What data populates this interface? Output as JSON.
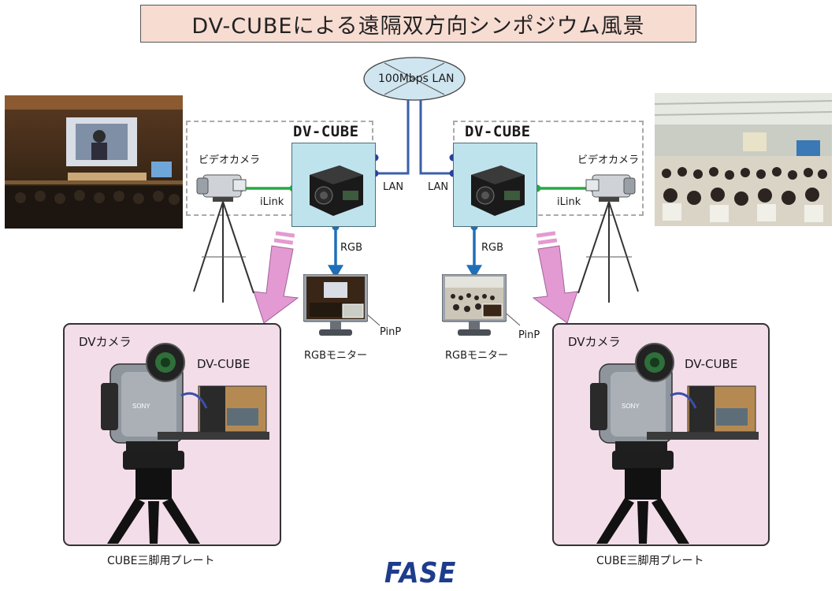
{
  "title": "DV-CUBEによる遠隔双方向シンポジウム風景",
  "network": {
    "lan_cloud": "100Mbps LAN"
  },
  "left": {
    "camera_label": "ビデオカメラ",
    "cube_label": "DV-CUBE",
    "ilink_label": "iLink",
    "lan_label": "LAN",
    "rgb_label": "RGB",
    "pinp_label": "PinP",
    "monitor_label": "RGBモニター",
    "panel": {
      "camera_label": "DVカメラ",
      "cube_label": "DV-CUBE",
      "plate_label": "CUBE三脚用プレート",
      "brand": "SONY"
    }
  },
  "right": {
    "camera_label": "ビデオカメラ",
    "cube_label": "DV-CUBE",
    "ilink_label": "iLink",
    "lan_label": "LAN",
    "rgb_label": "RGB",
    "pinp_label": "PinP",
    "monitor_label": "RGBモニター",
    "panel": {
      "camera_label": "DVカメラ",
      "cube_label": "DV-CUBE",
      "plate_label": "CUBE三脚用プレート",
      "brand": "SONY"
    }
  },
  "logo": "FASE",
  "colors": {
    "link_green": "#22aa44",
    "link_blue": "#1f6fb8",
    "lan_line": "#3a5fa8",
    "arrow_pink": "#e39ad2",
    "cube_blue": "#bfe3ec",
    "panel_pink": "#f3dde9",
    "title_bg": "#f7dcd2"
  }
}
